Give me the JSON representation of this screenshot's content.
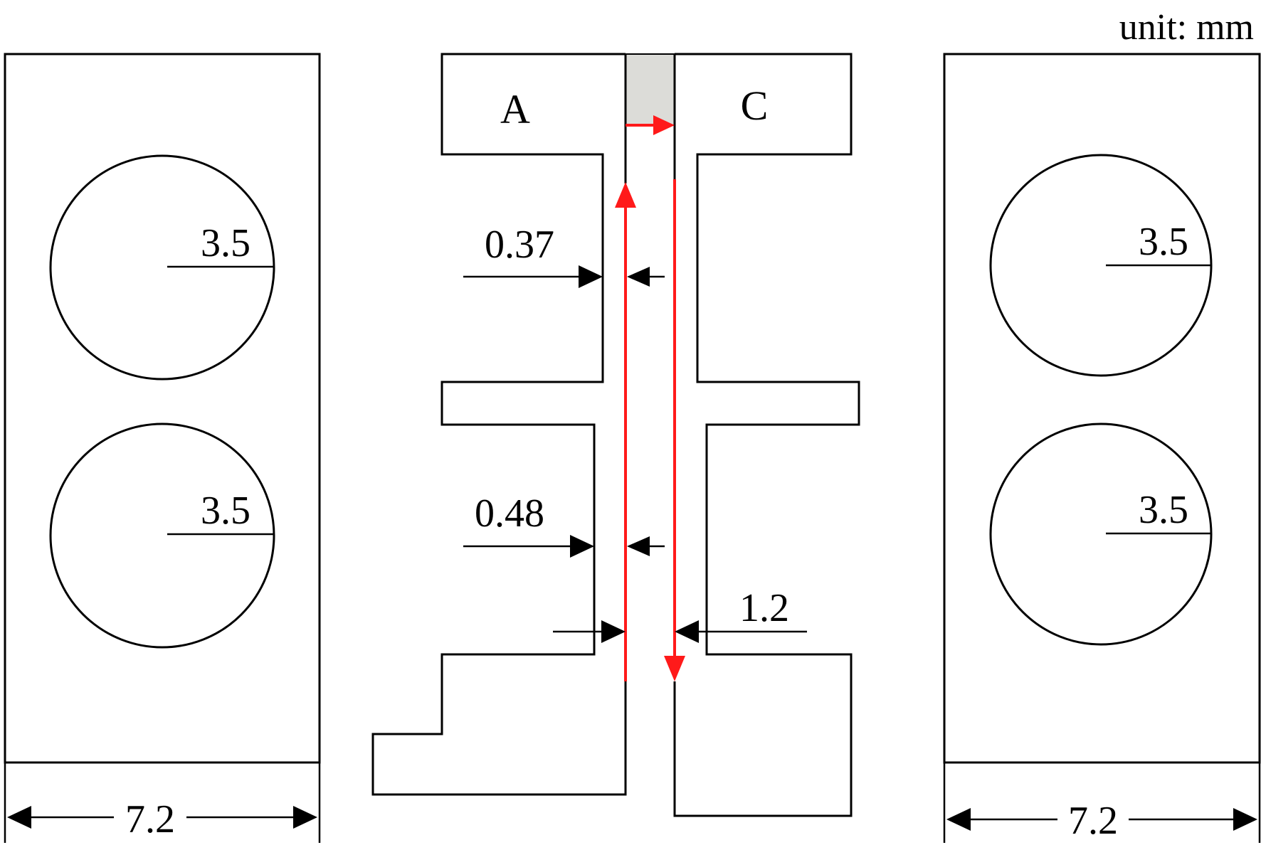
{
  "unit_label": "unit: mm",
  "left_plate": {
    "hole_top_radius": "3.5",
    "hole_bottom_radius": "3.5",
    "width": "7.2"
  },
  "right_plate": {
    "hole_top_radius": "3.5",
    "hole_bottom_radius": "3.5",
    "width": "7.2"
  },
  "center": {
    "label_a": "A",
    "label_c": "C",
    "dim_upper_gap": "0.37",
    "dim_lower_gap": "0.48",
    "dim_channel": "1.2"
  },
  "colors": {
    "flow_arrow": "#ff1a1a",
    "seal_block": "#dcdcd8"
  }
}
